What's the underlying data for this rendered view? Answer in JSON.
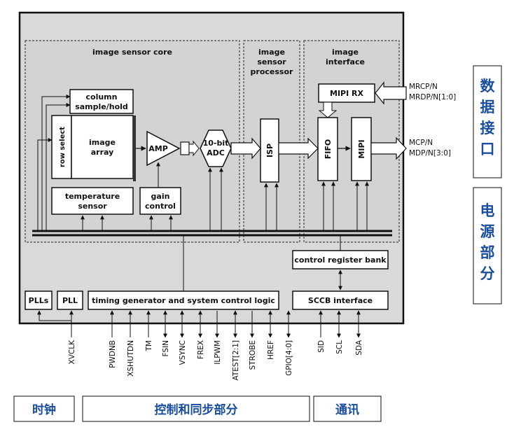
{
  "blocks": {
    "core_title": "image sensor core",
    "isp_title": [
      "image",
      "sensor",
      "processor"
    ],
    "if_title": [
      "image",
      "interface"
    ],
    "column": [
      "column",
      "sample/hold"
    ],
    "row_select": "row select",
    "array": [
      "image",
      "array"
    ],
    "amp": "AMP",
    "adc": [
      "10-bit",
      "ADC"
    ],
    "temp": [
      "temperature",
      "sensor"
    ],
    "gain": [
      "gain",
      "control"
    ],
    "isp": "ISP",
    "fifo": "FIFO",
    "mipi": "MIPI",
    "mipi_rx": "MIPI RX",
    "crb": "control register bank",
    "sccb": "SCCB interface",
    "plls": "PLLs",
    "pll": "PLL",
    "tg": "timing generator and system control logic"
  },
  "signals": {
    "in1": "MRCP/N",
    "in2": "MRDP/N[1:0]",
    "out1": "MCP/N",
    "out2": "MDP/N[3:0]"
  },
  "pins": [
    "XVCLK",
    "PWDNB",
    "XSHUTDN",
    "TM",
    "FSIN",
    "VSYNC",
    "FREX",
    "ILPWM",
    "ATEST[2:1]",
    "STROBE",
    "HREF",
    "GPIO[4:0]",
    "SID",
    "SCL",
    "SDA"
  ],
  "side_labels": {
    "data_interface": [
      "数",
      "据",
      "接",
      "口"
    ],
    "power": [
      "电",
      "源",
      "部",
      "分"
    ]
  },
  "bottom_labels": {
    "clock": "时钟",
    "control_sync": "控制和同步部分",
    "comm": "通讯"
  }
}
